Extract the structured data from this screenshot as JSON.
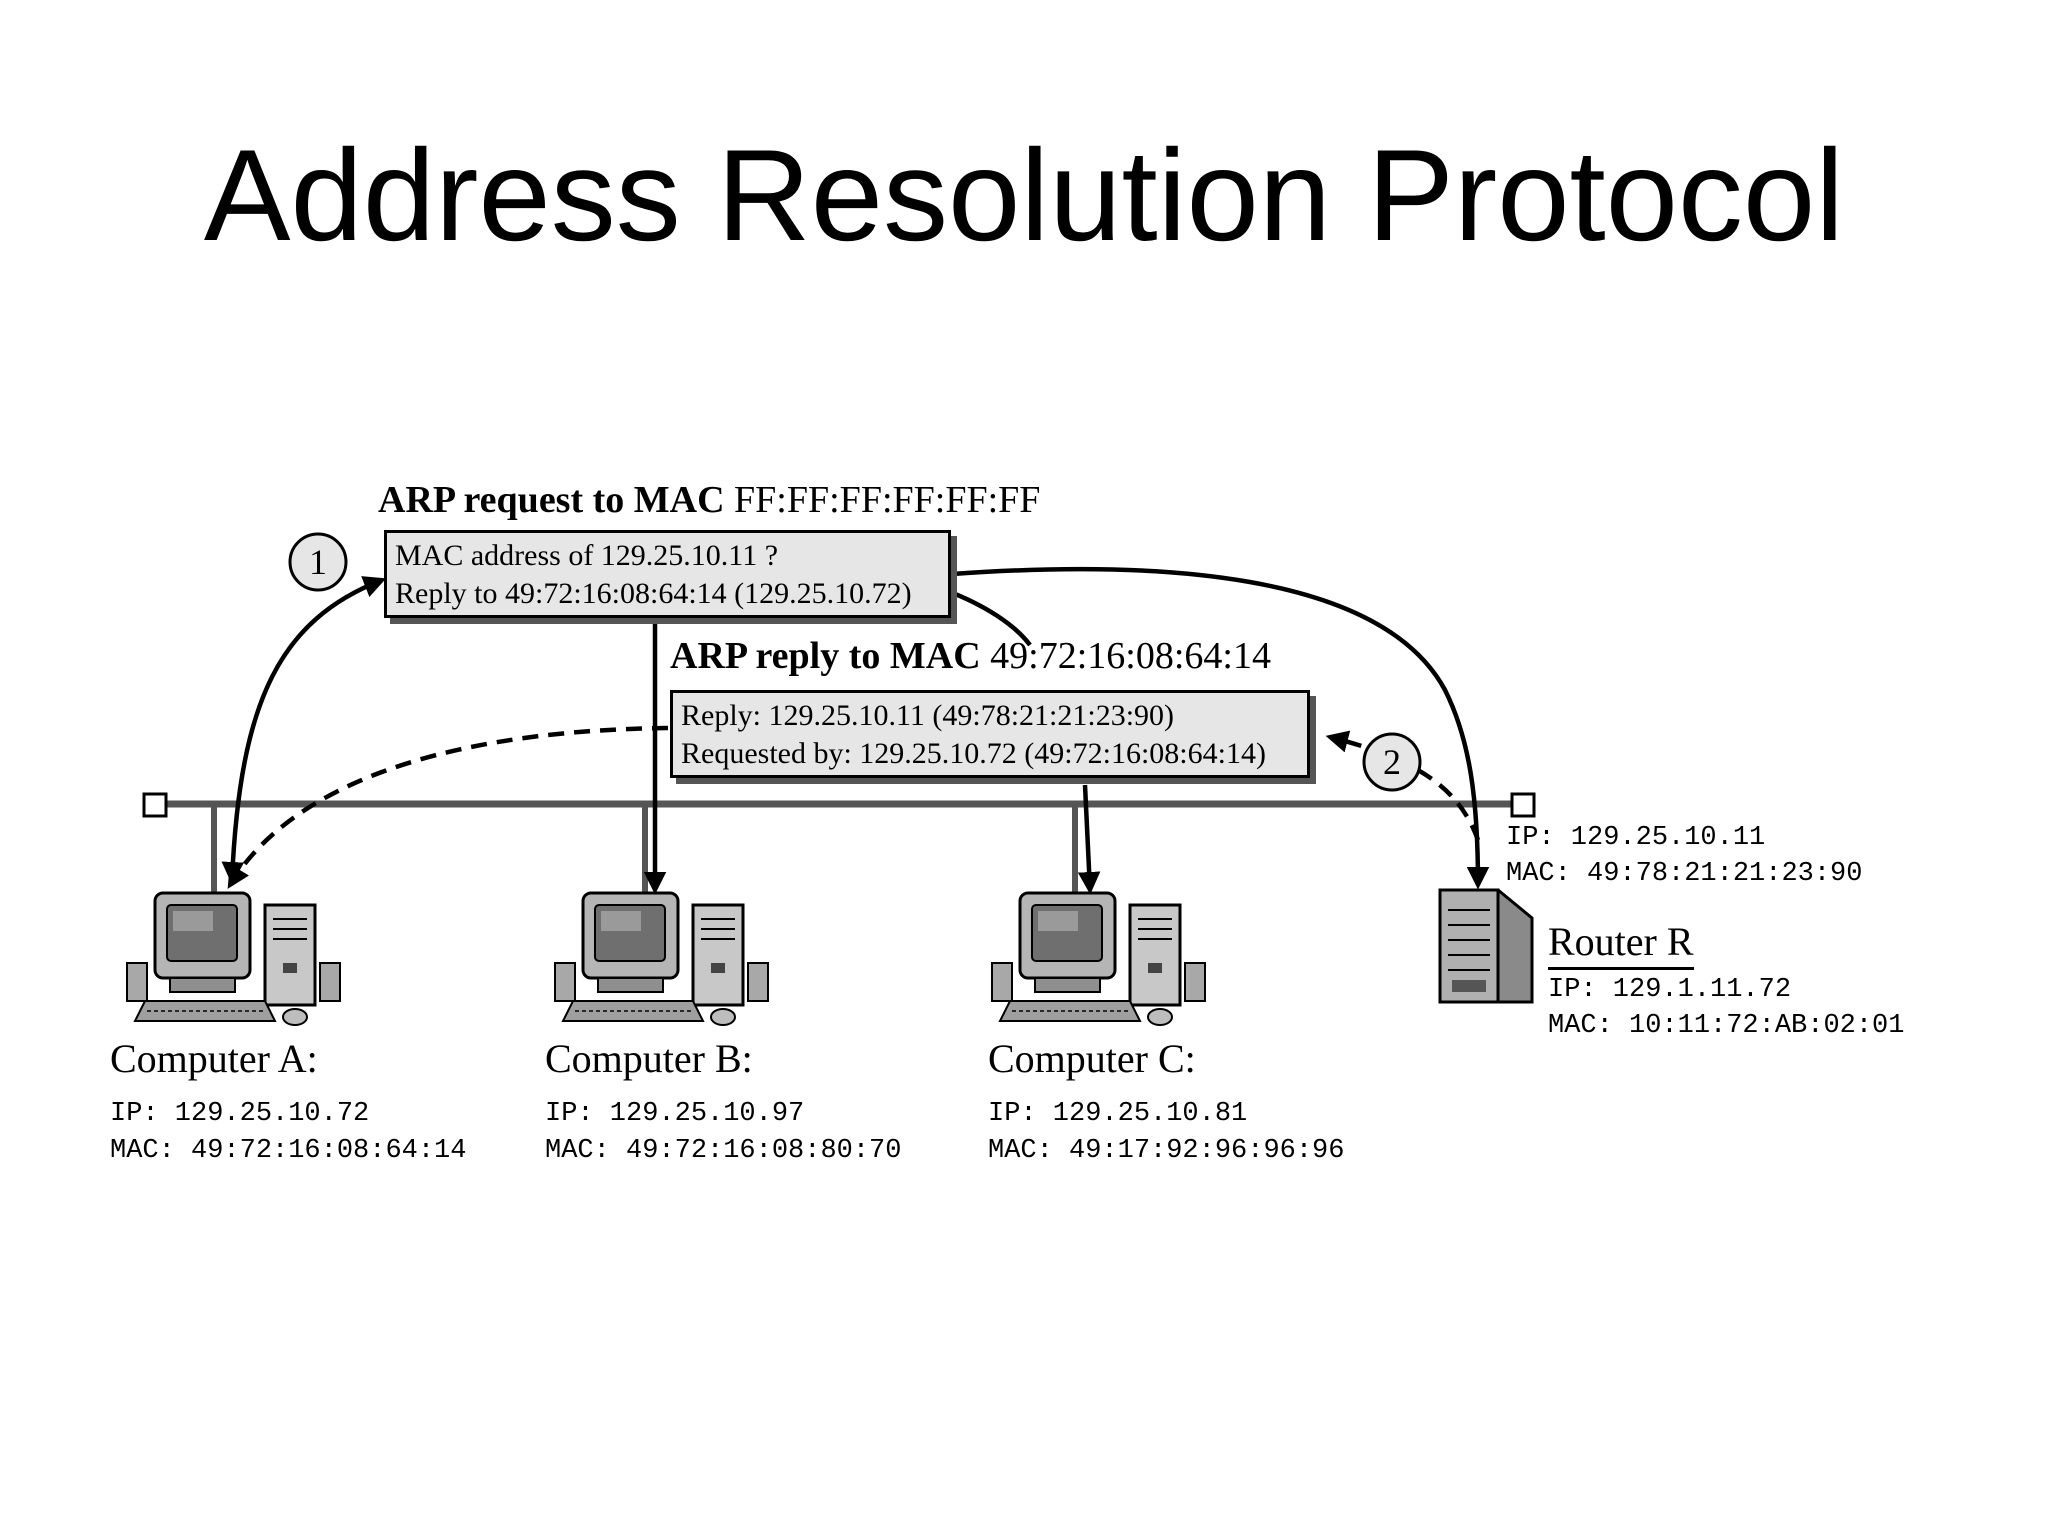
{
  "title": "Address Resolution Protocol",
  "request": {
    "header_label": "ARP request to MAC",
    "header_value": "FF:FF:FF:FF:FF:FF",
    "line1": "MAC address of  129.25.10.11 ?",
    "line2": "Reply to 49:72:16:08:64:14 (129.25.10.72)",
    "step": "1"
  },
  "reply": {
    "header_label": "ARP reply to MAC",
    "header_value": "49:72:16:08:64:14",
    "line1": "Reply: 129.25.10.11 (49:78:21:21:23:90)",
    "line2": "Requested by: 129.25.10.72 (49:72:16:08:64:14)",
    "step": "2"
  },
  "computers": [
    {
      "name": "Computer A:",
      "ip": "IP: 129.25.10.72",
      "mac": "MAC: 49:72:16:08:64:14"
    },
    {
      "name": "Computer B:",
      "ip": "IP: 129.25.10.97",
      "mac": "MAC: 49:72:16:08:80:70"
    },
    {
      "name": "Computer C:",
      "ip": "IP: 129.25.10.81",
      "mac": "MAC: 49:17:92:96:96:96"
    }
  ],
  "router": {
    "name": "Router R",
    "lan_ip": "IP: 129.25.10.11",
    "lan_mac": "MAC: 49:78:21:21:23:90",
    "wan_ip": "IP: 129.1.11.72",
    "wan_mac": "MAC: 10:11:72:AB:02:01"
  }
}
